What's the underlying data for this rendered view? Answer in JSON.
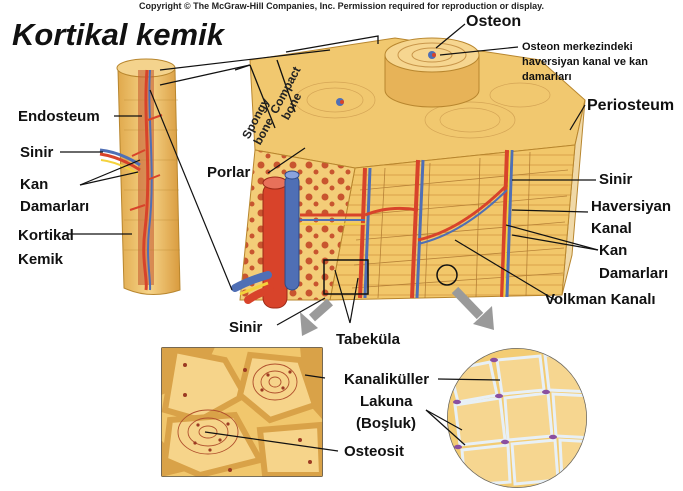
{
  "copyright": "Copyright © The McGraw-Hill Companies, Inc. Permission required for reproduction or display.",
  "title": "Kortikal kemik",
  "labels": {
    "osteon": "Osteon",
    "osteon_center_1": "Osteon merkezindeki",
    "osteon_center_2": "haversiyan kanal ve kan",
    "osteon_center_3": "damarları",
    "periosteum": "Periosteum",
    "endosteum": "Endosteum",
    "sinir_left": "Sinir",
    "kan_left_1": "Kan",
    "kan_left_2": "Damarları",
    "kortikal_1": "Kortikal",
    "kortikal_2": "Kemik",
    "porlar": "Porlar",
    "sinir_right": "Sinir",
    "haversiyan_1": "Haversiyan",
    "haversiyan_2": "Kanal",
    "kan_right_1": "Kan",
    "kan_right_2": "Damarları",
    "volkman": "Volkman Kanalı",
    "sinir_bottom": "Sinir",
    "tabekula": "Tabeküla",
    "kanalikuller": "Kanaliküller",
    "lakuna_1": "Lakuna",
    "lakuna_2": "(Boşluk)",
    "osteosit": "Osteosit",
    "spongy_1": "Spongy",
    "spongy_2": "bone",
    "compact_1": "Compact",
    "compact_2": "bone"
  },
  "colors": {
    "bone": "#f2c76a",
    "bone_dark": "#d9a24a",
    "bone_line": "#b8862e",
    "artery": "#d8432a",
    "vein": "#4f6fb5",
    "nerve": "#f4d23c",
    "zoom_arrow": "#9a9a9a"
  }
}
